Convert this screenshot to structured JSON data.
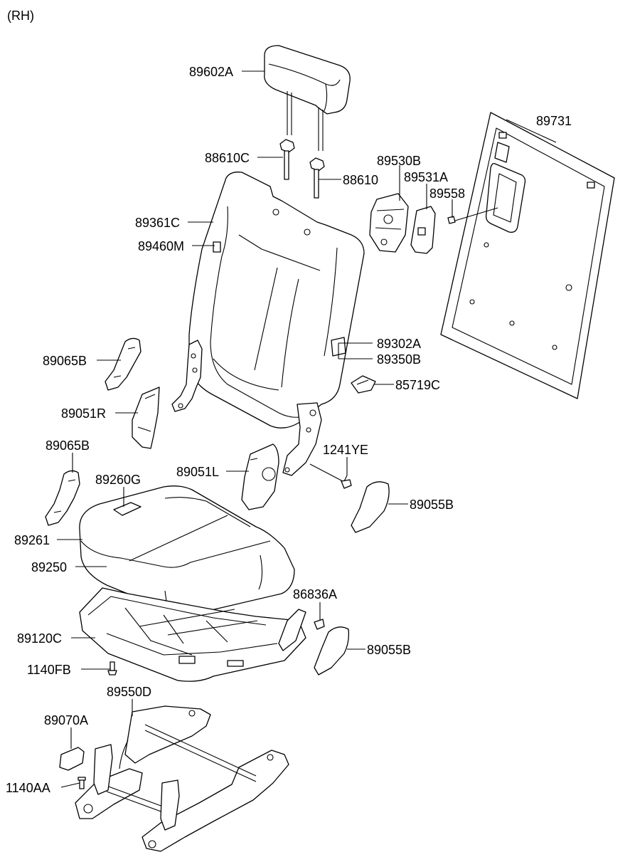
{
  "view_label": "(RH)",
  "parts": [
    {
      "id": "p89602A",
      "label": "89602A"
    },
    {
      "id": "p88610C",
      "label": "88610C"
    },
    {
      "id": "p88610",
      "label": "88610"
    },
    {
      "id": "p89361C",
      "label": "89361C"
    },
    {
      "id": "p89460M",
      "label": "89460M"
    },
    {
      "id": "p89530B",
      "label": "89530B"
    },
    {
      "id": "p89531A",
      "label": "89531A"
    },
    {
      "id": "p89558",
      "label": "89558"
    },
    {
      "id": "p89731",
      "label": "89731"
    },
    {
      "id": "p89302A",
      "label": "89302A"
    },
    {
      "id": "p89350B",
      "label": "89350B"
    },
    {
      "id": "p85719C",
      "label": "85719C"
    },
    {
      "id": "p89065B_1",
      "label": "89065B"
    },
    {
      "id": "p89051R",
      "label": "89051R"
    },
    {
      "id": "p1241YE",
      "label": "1241YE"
    },
    {
      "id": "p89065B_2",
      "label": "89065B"
    },
    {
      "id": "p89260G",
      "label": "89260G"
    },
    {
      "id": "p89051L",
      "label": "89051L"
    },
    {
      "id": "p89055B_1",
      "label": "89055B"
    },
    {
      "id": "p89261",
      "label": "89261"
    },
    {
      "id": "p89250",
      "label": "89250"
    },
    {
      "id": "p86836A",
      "label": "86836A"
    },
    {
      "id": "p89120C",
      "label": "89120C"
    },
    {
      "id": "p89055B_2",
      "label": "89055B"
    },
    {
      "id": "p1140FB",
      "label": "1140FB"
    },
    {
      "id": "p89550D",
      "label": "89550D"
    },
    {
      "id": "p89070A",
      "label": "89070A"
    },
    {
      "id": "p1140AA",
      "label": "1140AA"
    }
  ]
}
